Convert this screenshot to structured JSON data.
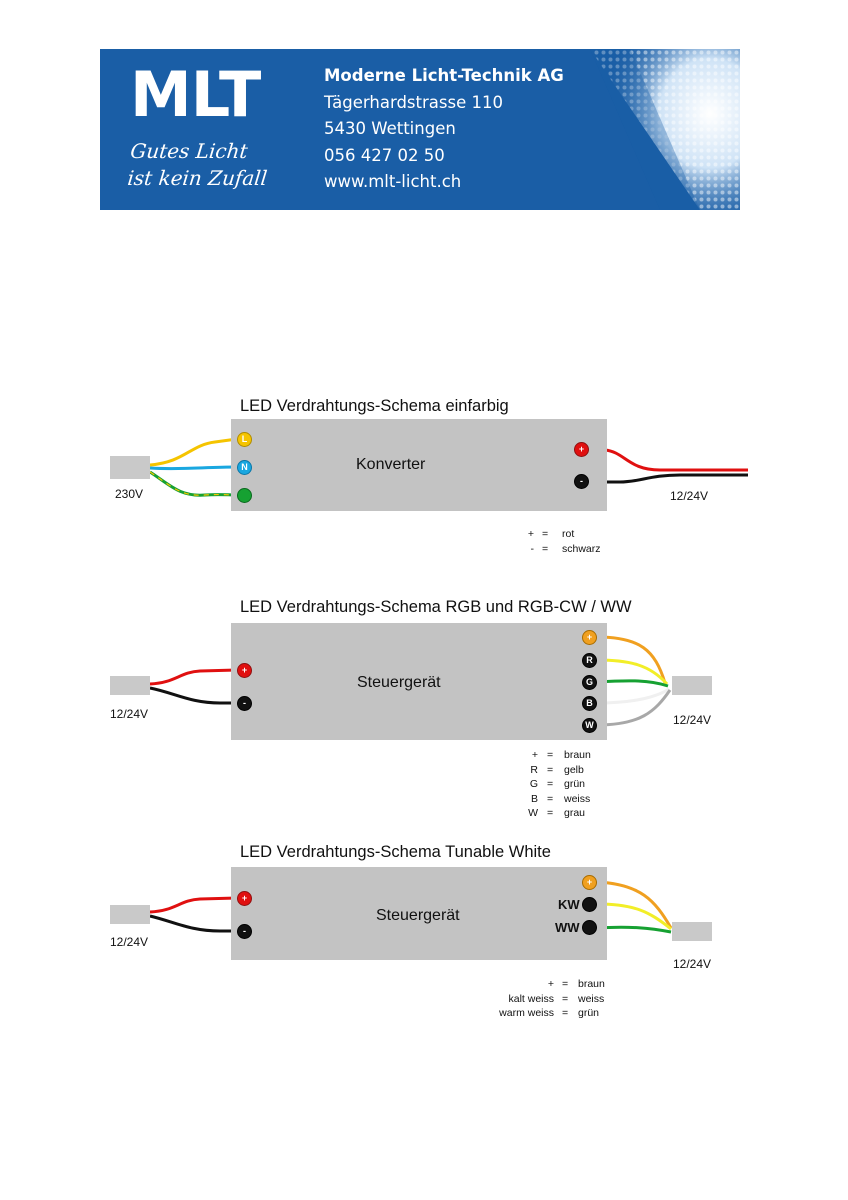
{
  "header": {
    "logo": "MLT",
    "slogan_line1": "Gutes Licht",
    "slogan_line2": "ist kein Zufall",
    "company": "Moderne Licht-Technik AG",
    "street": "Tägerhardstrasse 110",
    "city": "5430 Wettingen",
    "phone": "056 427 02 50",
    "web": "www.mlt-licht.ch"
  },
  "colors": {
    "banner": "#1a5ea6",
    "box": "#c3c3c3",
    "wire_yellow": "#f5c400",
    "wire_blue": "#1aa7e0",
    "wire_green": "#16a132",
    "wire_red": "#e01010",
    "wire_black": "#111111",
    "wire_orange": "#f0a020",
    "wire_lightyellow": "#f2ee28",
    "wire_white": "#f0f0f0",
    "wire_grey": "#a8a8a8"
  },
  "diagrams": [
    {
      "title": "LED Verdrahtungs-Schema einfarbig",
      "device": "Konverter",
      "input_voltage": "230V",
      "output_voltage": "12/24V",
      "input_terminals": [
        {
          "label": "L",
          "color": "#f5c400"
        },
        {
          "label": "N",
          "color": "#1aa7e0"
        },
        {
          "label": "",
          "color": "#16a132"
        }
      ],
      "output_terminals": [
        {
          "label": "+",
          "color": "#e01010"
        },
        {
          "label": "-",
          "color": "#111111"
        }
      ],
      "legend": [
        {
          "key": "+",
          "eq": "=",
          "value": "rot"
        },
        {
          "key": "-",
          "eq": "=",
          "value": "schwarz"
        }
      ]
    },
    {
      "title": "LED Verdrahtungs-Schema RGB und RGB-CW / WW",
      "device": "Steuergerät",
      "input_voltage": "12/24V",
      "output_voltage": "12/24V",
      "input_terminals": [
        {
          "label": "+",
          "color": "#e01010"
        },
        {
          "label": "-",
          "color": "#111111"
        }
      ],
      "output_terminals": [
        {
          "label": "+",
          "color": "#f0a020"
        },
        {
          "label": "R",
          "color": "#111111"
        },
        {
          "label": "G",
          "color": "#111111"
        },
        {
          "label": "B",
          "color": "#111111"
        },
        {
          "label": "W",
          "color": "#111111"
        }
      ],
      "legend": [
        {
          "key": "+",
          "eq": "=",
          "value": "braun"
        },
        {
          "key": "R",
          "eq": "=",
          "value": "gelb"
        },
        {
          "key": "G",
          "eq": "=",
          "value": "grün"
        },
        {
          "key": "B",
          "eq": "=",
          "value": "weiss"
        },
        {
          "key": "W",
          "eq": "=",
          "value": "grau"
        }
      ]
    },
    {
      "title": "LED Verdrahtungs-Schema Tunable White",
      "device": "Steuergerät",
      "input_voltage": "12/24V",
      "output_voltage": "12/24V",
      "input_terminals": [
        {
          "label": "+",
          "color": "#e01010"
        },
        {
          "label": "-",
          "color": "#111111"
        }
      ],
      "output_terminals": [
        {
          "label": "+",
          "color": "#f0a020"
        },
        {
          "label": "",
          "color": "#111111"
        },
        {
          "label": "",
          "color": "#111111"
        }
      ],
      "output_side_labels": [
        "KW",
        "WW"
      ],
      "legend": [
        {
          "key": "+",
          "eq": "=",
          "value": "braun"
        },
        {
          "key": "kalt weiss",
          "eq": "=",
          "value": "weiss"
        },
        {
          "key": "warm weiss",
          "eq": "=",
          "value": "grün"
        }
      ]
    }
  ]
}
